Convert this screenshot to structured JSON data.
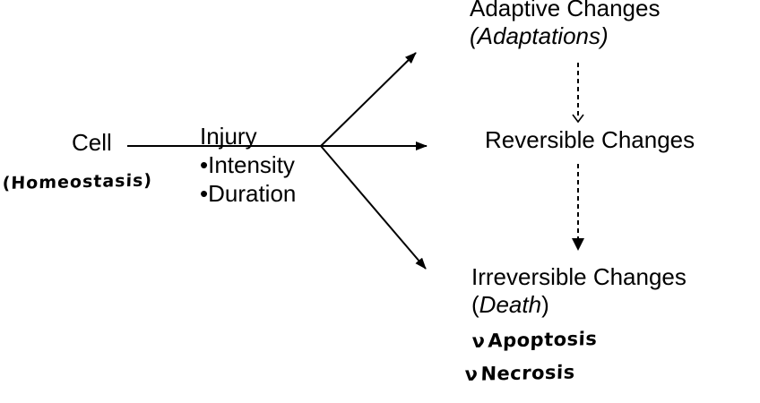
{
  "colors": {
    "ink": "#000000",
    "background": "#ffffff"
  },
  "diagram": {
    "cell": {
      "label": "Cell",
      "annotation": "(Homeostasis)"
    },
    "injury": {
      "label": "Injury",
      "factors": [
        "•Intensity",
        "•Duration"
      ]
    },
    "adaptive": {
      "title": "Adaptive Changes",
      "subtitle": "(Adaptations)"
    },
    "reversible": {
      "title": "Reversible Changes"
    },
    "irreversible": {
      "title": "Irreversible Changes",
      "paren_open": "(",
      "emphasis": "Death",
      "paren_close": ")"
    },
    "notes": [
      {
        "bullet": "ν",
        "label": "Apoptosis"
      },
      {
        "bullet": "ν",
        "label": "Necrosis"
      }
    ]
  }
}
